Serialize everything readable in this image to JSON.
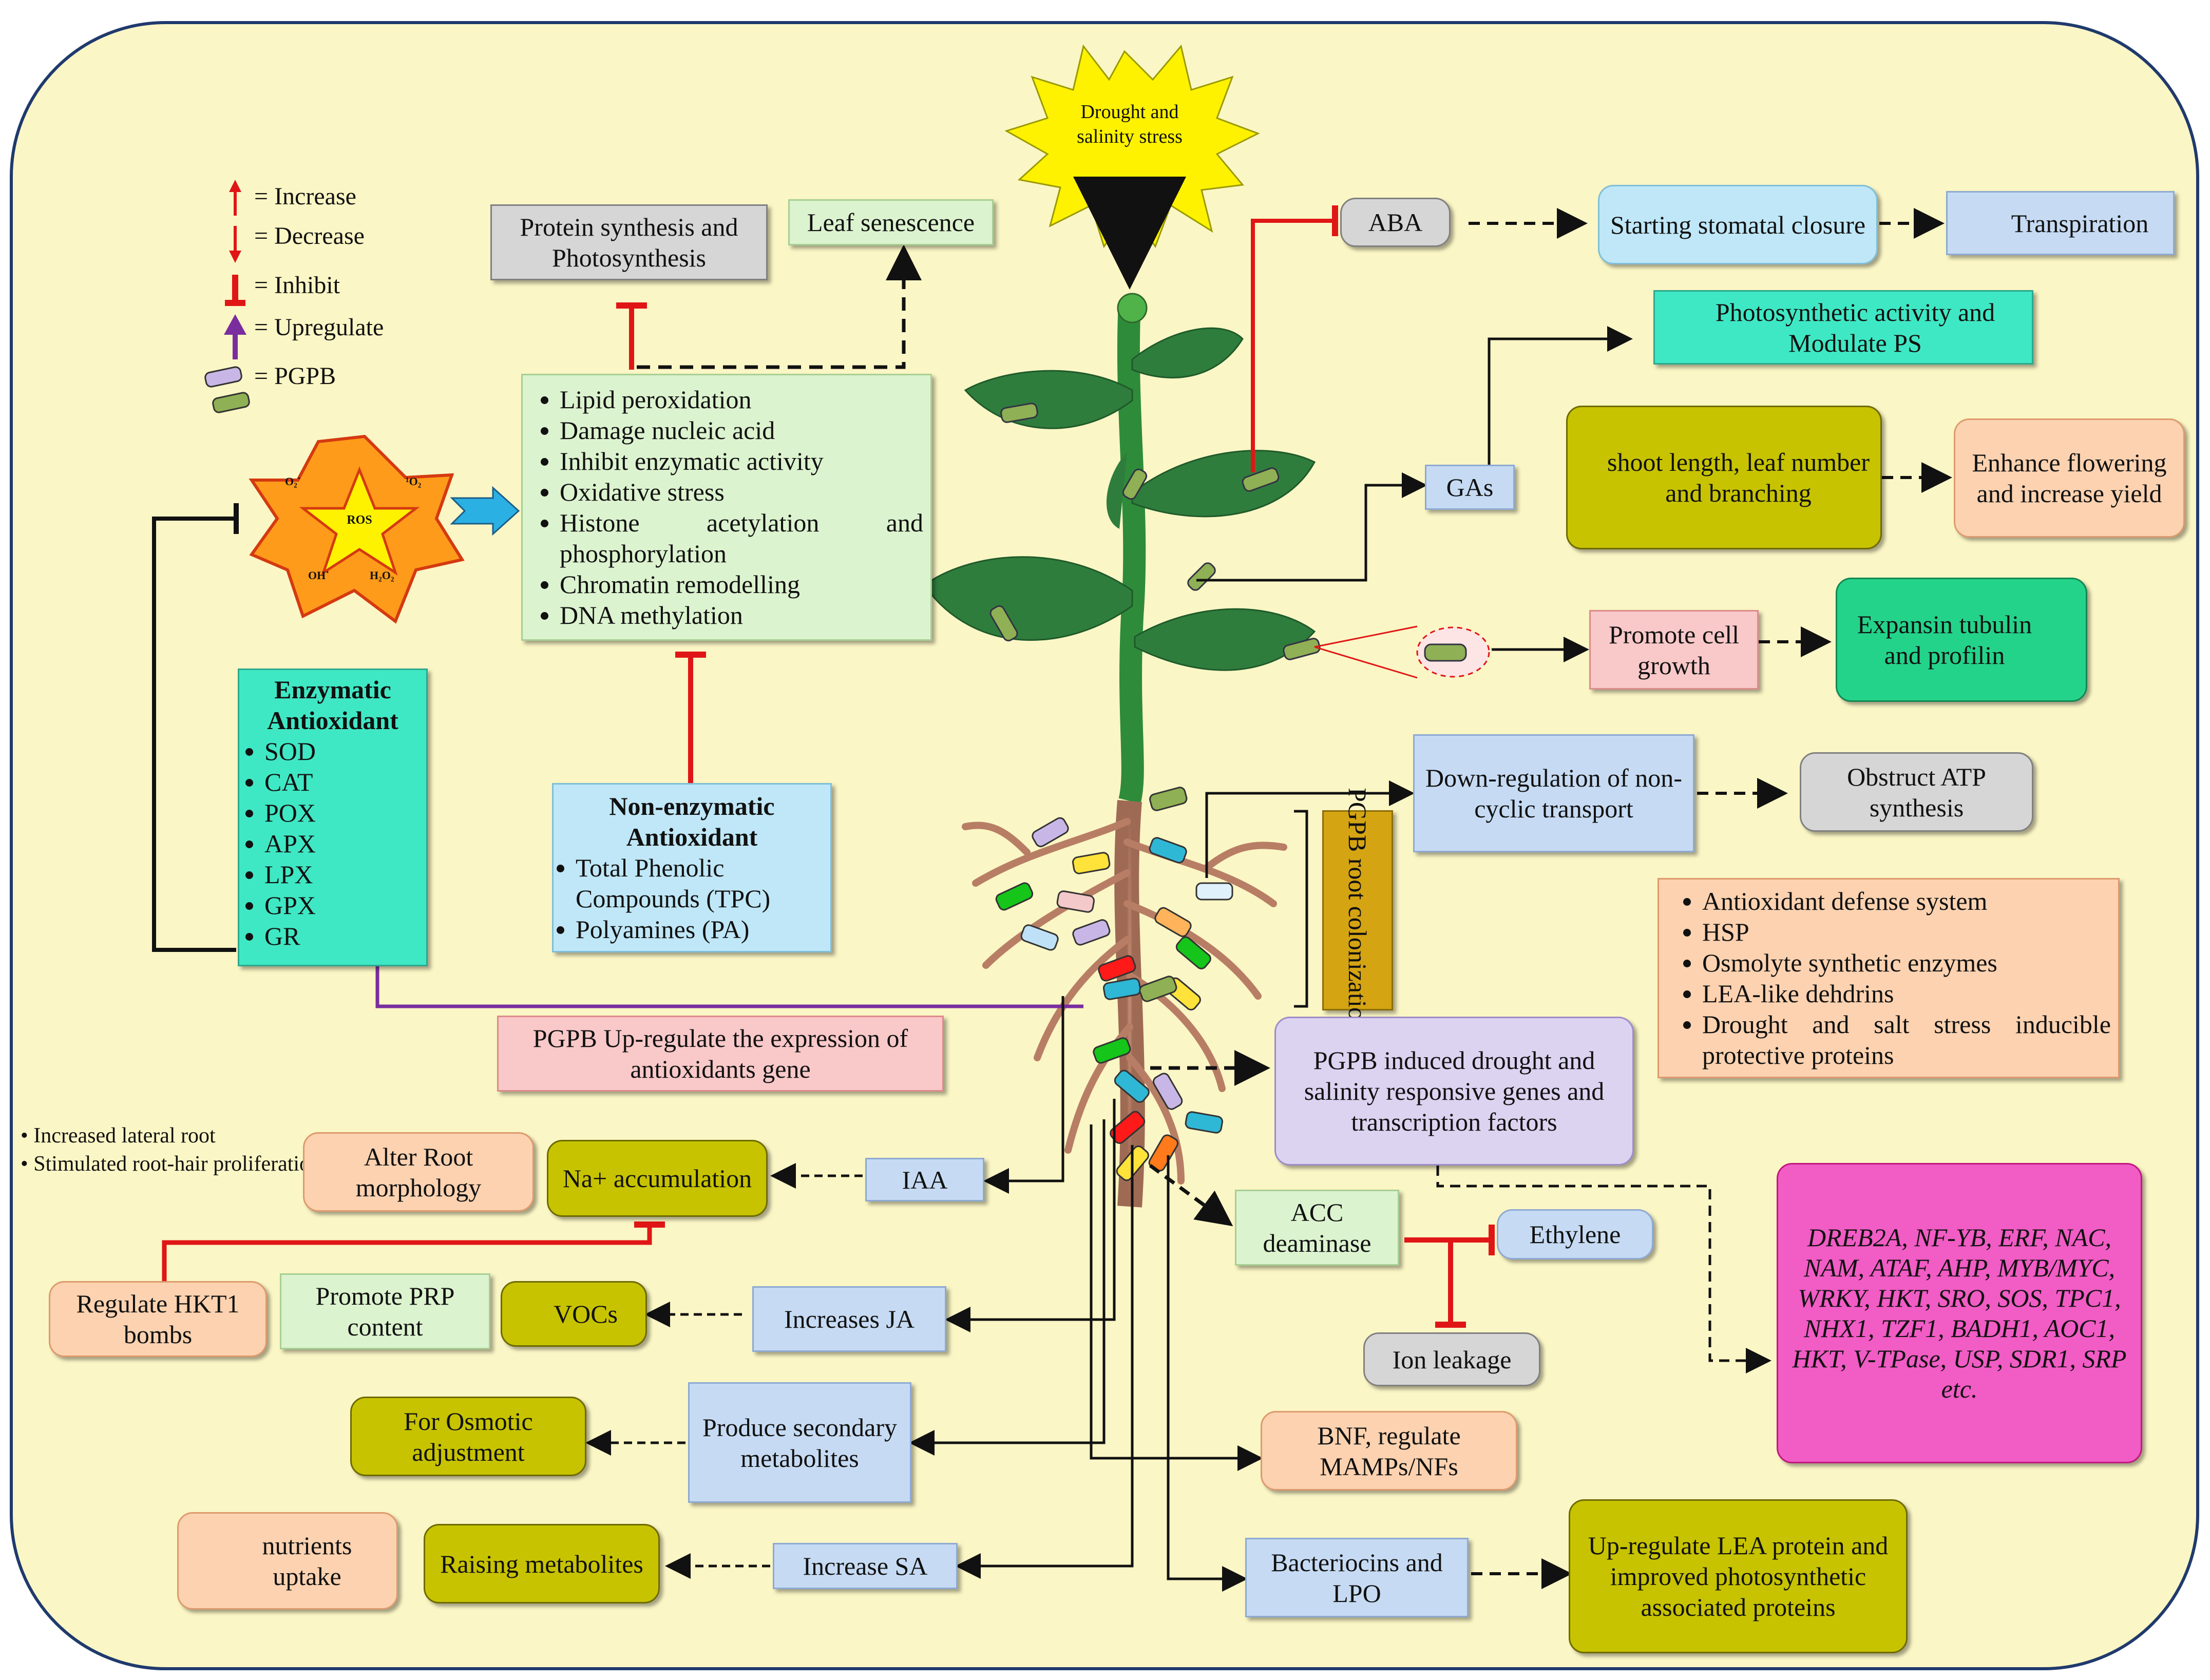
{
  "legend": {
    "increase": "= Increase",
    "decrease": "= Decrease",
    "inhibit": "= Inhibit",
    "upregulate": "= Upregulate",
    "pgpb": "= PGPB"
  },
  "stress": "Drought and salinity stress",
  "ros": {
    "center": "ROS",
    "o2_radical": "O₂˙",
    "singlet_o2": "¹O₂",
    "hydroxyl": "OH˙",
    "h2o2": "H₂O₂"
  },
  "damage_list": [
    "Lipid peroxidation",
    "Damage nucleic acid",
    "Inhibit enzymatic activity",
    "Oxidative stress",
    "Histone acetylation and phosphorylation",
    "Chromatin remodelling",
    "DNA methylation"
  ],
  "protein_synthesis": "Protein synthesis and Photosynthesis",
  "leaf_senescence": "Leaf senescence",
  "enzymatic": {
    "title": "Enzymatic Antioxidant",
    "items": [
      "SOD",
      "CAT",
      "POX",
      "APX",
      "LPX",
      "GPX",
      "GR"
    ]
  },
  "nonenzymatic": {
    "title": "Non-enzymatic Antioxidant",
    "items": [
      "Total Phenolic Compounds (TPC)",
      "Polyamines (PA)"
    ]
  },
  "pgpb_upregulate": "PGPB Up-regulate the expression of antioxidants gene",
  "aba": "ABA",
  "stomatal": "Starting stomatal closure",
  "transpiration": "Transpiration",
  "photosynthetic": "Photosynthetic activity and Modulate PS",
  "gas": "GAs",
  "shoot": "shoot length, leaf number and branching",
  "flowering": "Enhance flowering and increase yield",
  "promote_cell": "Promote cell growth",
  "expansin": "Expansin tubulin and profilin",
  "downregulation": "Down-regulation of non-cyclic transport",
  "obstruct_atp": "Obstruct ATP synthesis",
  "root_colonization": "PGPB root colonization",
  "protective_list": [
    "Antioxidant defense system",
    "HSP",
    "Osmolyte synthetic enzymes",
    "LEA-like dehdrins",
    "Drought and salt stress inducible protective proteins"
  ],
  "pgpb_induced": "PGPB induced drought and salinity responsive genes and transcription factors",
  "genes": "DREB2A, NF-YB, ERF, NAC, NAM, ATAF, AHP, MYB/MYC, WRKY, HKT, SRO, SOS, TPC1, NHX1, TZF1, BADH1, AOC1, HKT, V-TPase, USP, SDR1, SRP etc.",
  "root_notes": [
    "Increased lateral root",
    "Stimulated root-hair proliferation"
  ],
  "alter_root": "Alter Root morphology",
  "na_accum": "Na+ accumulation",
  "iaa": "IAA",
  "acc": "ACC deaminase",
  "ethylene": "Ethylene",
  "ion_leakage": "Ion leakage",
  "hkt1": "Regulate HKT1 bombs",
  "prp": "Promote PRP content",
  "vocs": "VOCs",
  "ja": "Increases JA",
  "osmotic": "For Osmotic adjustment",
  "secondary": "Produce secondary metabolites",
  "bnf": "BNF, regulate MAMPs/NFs",
  "nutrients": "nutrients uptake",
  "raising": "Raising metabolites",
  "sa": "Increase SA",
  "bacteriocins": "Bacteriocins and LPO",
  "lea": "Up-regulate LEA protein and improved photosynthetic associated proteins",
  "colors": {
    "inhibit": "#e01616",
    "upregulate": "#7a2d9e",
    "arrow": "#111111",
    "background": "#fbf6c5",
    "stem": "#2e8b3a",
    "leaf": "#2f7d3d",
    "root": "#b87e65"
  }
}
